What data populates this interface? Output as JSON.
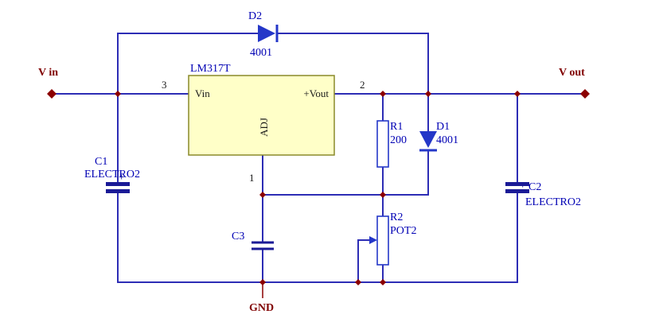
{
  "colors": {
    "wire": "#2d2db5",
    "component": "#2437c8",
    "plate": "#1a1a96",
    "junction": "#8b0000",
    "label-blue": "#0000b4",
    "label-red": "#800000",
    "ic-fill": "#ffffc8",
    "ic-border": "#8a8a2a",
    "ic-text": "#1a1a1a"
  },
  "terminals": {
    "input": "V in",
    "output": "V out",
    "ground": "GND"
  },
  "ic": {
    "ref": "LM317T",
    "pins": {
      "input": {
        "number": "3",
        "label": "Vin"
      },
      "output": {
        "number": "2",
        "label": "+Vout"
      },
      "adjust": {
        "number": "1",
        "label": "ADJ"
      }
    }
  },
  "components": {
    "d2": {
      "ref": "D2",
      "value": "4001",
      "type": "diode"
    },
    "d1": {
      "ref": "D1",
      "value": "4001",
      "type": "diode"
    },
    "r1": {
      "ref": "R1",
      "value": "200",
      "type": "resistor"
    },
    "r2": {
      "ref": "R2",
      "value": "POT2",
      "type": "potentiometer"
    },
    "c1": {
      "ref": "C1",
      "value": "ELECTRO2",
      "polarity": "+",
      "type": "electrolytic-capacitor"
    },
    "c2": {
      "ref": "C2",
      "value": "ELECTRO2",
      "polarity": "+",
      "type": "electrolytic-capacitor"
    },
    "c3": {
      "ref": "C3",
      "type": "capacitor"
    }
  }
}
